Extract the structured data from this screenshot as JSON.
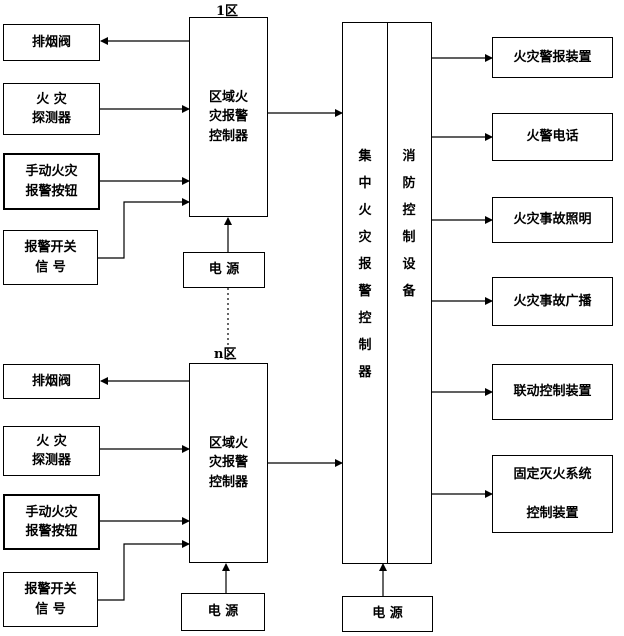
{
  "zones": {
    "zone1_label": "1区",
    "zoneN_label": "n区"
  },
  "zone1": {
    "smoke_valve": "排烟阀",
    "fire_detector": "火  灾\n探测器",
    "manual_button": "手动火灾\n报警按钮",
    "alarm_switch": "报警开关\n信      号",
    "controller": "区域火\n灾报警\n控制器",
    "power": "电    源"
  },
  "zoneN": {
    "smoke_valve": "排烟阀",
    "fire_detector": "火  灾\n探测器",
    "manual_button": "手动火灾\n报警按钮",
    "alarm_switch": "报警开关\n信      号",
    "controller": "区域火\n灾报警\n控制器",
    "power": "电    源"
  },
  "central": {
    "left_chars": [
      "集",
      "中",
      "火",
      "灾",
      "报",
      "警",
      "控",
      "制",
      "器"
    ],
    "right_chars": [
      "消",
      "防",
      "控",
      "制",
      "设",
      "备"
    ],
    "power": "电    源"
  },
  "outputs": [
    "火灾警报装置",
    "火警电话",
    "火灾事故照明",
    "火灾事故广播",
    "联动控制装置",
    "固定灭火系统\n\n控制装置"
  ]
}
